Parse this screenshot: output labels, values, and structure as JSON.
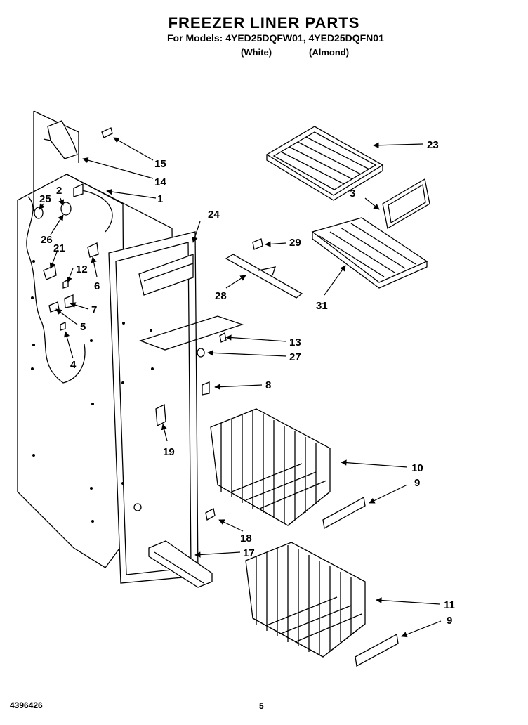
{
  "header": {
    "title": "FREEZER LINER PARTS",
    "models": "For Models: 4YED25DQFW01, 4YED25DQFN01",
    "variant_white": "(White)",
    "variant_almond": "(Almond)"
  },
  "callouts": [
    "23",
    "15",
    "14",
    "1",
    "25",
    "2",
    "26",
    "21",
    "12",
    "6",
    "7",
    "5",
    "4",
    "24",
    "3",
    "29",
    "28",
    "31",
    "13",
    "27",
    "8",
    "19",
    "10",
    "9",
    "18",
    "17",
    "11",
    "9"
  ],
  "footer": {
    "doc_number": "4396426",
    "page": "5"
  }
}
